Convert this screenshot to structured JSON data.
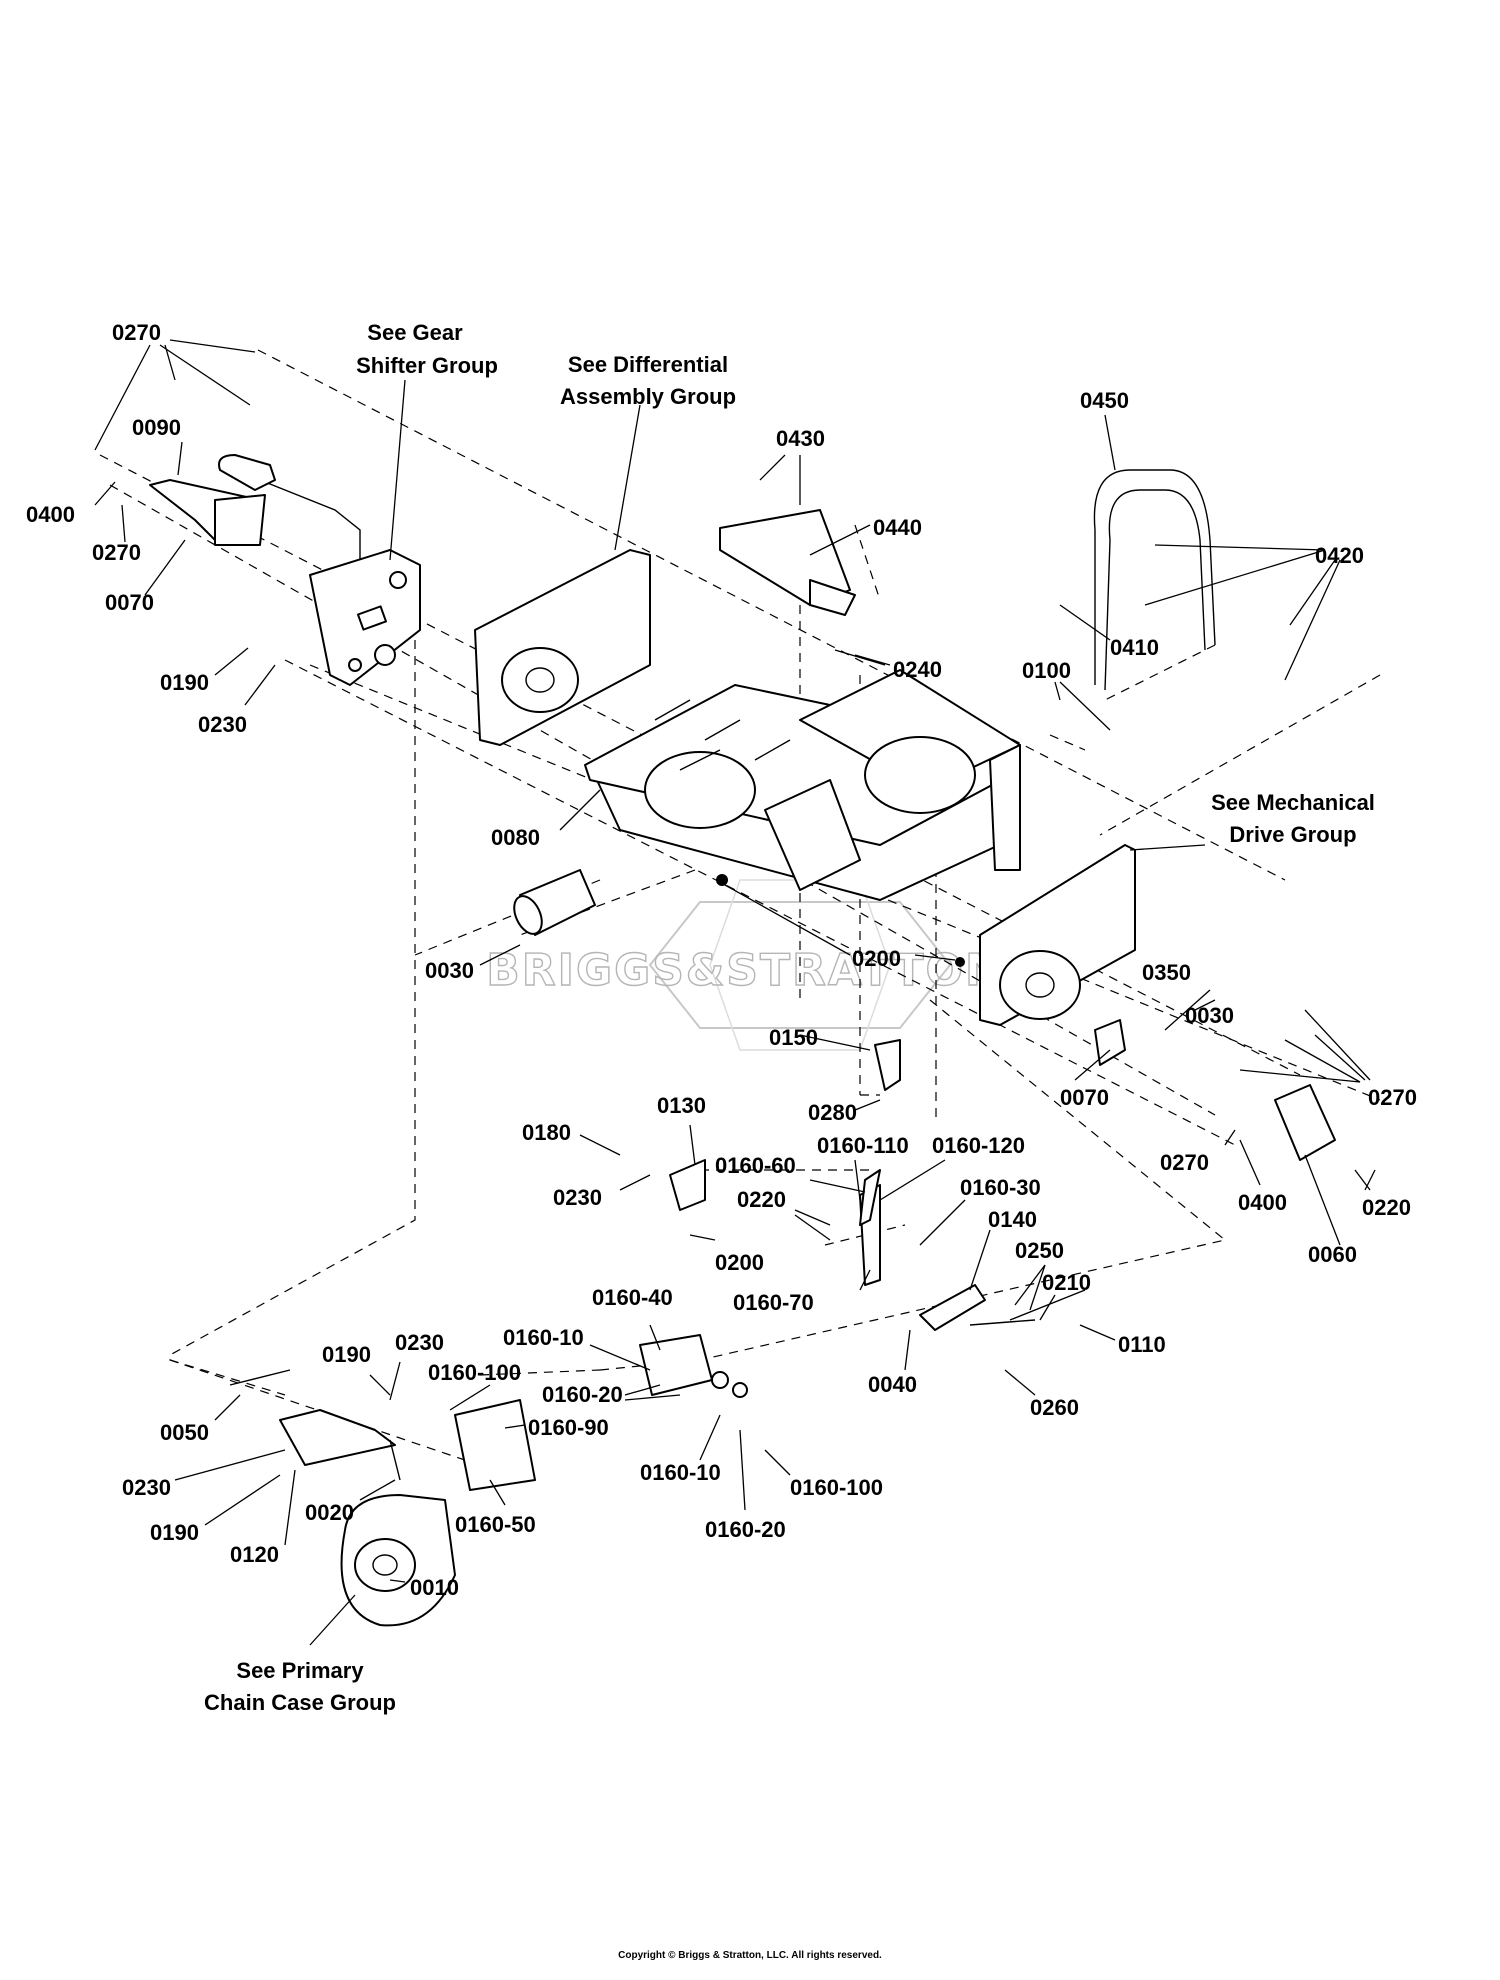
{
  "notes": {
    "gear_shifter": [
      "See Gear",
      "Shifter Group"
    ],
    "differential": [
      "See Differential",
      "Assembly Group"
    ],
    "mechanical_drive": [
      "See Mechanical",
      "Drive Group"
    ],
    "primary_chain_case": [
      "See Primary",
      "Chain Case Group"
    ]
  },
  "watermark": "BRIGGS&STRATTON",
  "copyright": "Copyright © Briggs & Stratton, LLC. All rights reserved.",
  "callouts": {
    "p0270_a": "0270",
    "p0400_a": "0400",
    "p0090": "0090",
    "p0270_b": "0270",
    "p0070_a": "0070",
    "p0190_a": "0190",
    "p0230_a": "0230",
    "p0430": "0430",
    "p0440": "0440",
    "p0450": "0450",
    "p0420": "0420",
    "p0410": "0410",
    "p0240": "0240",
    "p0100": "0100",
    "p0080": "0080",
    "p0030_a": "0030",
    "p0200_a": "0200",
    "p0350": "0350",
    "p0030_b": "0030",
    "p0150": "0150",
    "p0070_b": "0070",
    "p0270_c": "0270",
    "p0280": "0280",
    "p0130": "0130",
    "p0180": "0180",
    "p0230_b": "0230",
    "p0160_60": "0160-60",
    "p0160_110": "0160-110",
    "p0160_120": "0160-120",
    "p0220_a": "0220",
    "p0200_b": "0200",
    "p0160_70": "0160-70",
    "p0160_30": "0160-30",
    "p0140": "0140",
    "p0270_d": "0270",
    "p0400_b": "0400",
    "p0220_b": "0220",
    "p0060": "0060",
    "p0250": "0250",
    "p0210": "0210",
    "p0110": "0110",
    "p0040": "0040",
    "p0260": "0260",
    "p0160_40": "0160-40",
    "p0160_10_a": "0160-10",
    "p0160_100_a": "0160-100",
    "p0160_20_a": "0160-20",
    "p0160_90": "0160-90",
    "p0160_10_b": "0160-10",
    "p0160_100_b": "0160-100",
    "p0160_20_b": "0160-20",
    "p0160_50": "0160-50",
    "p0190_b": "0190",
    "p0230_c": "0230",
    "p0050": "0050",
    "p0230_d": "0230",
    "p0190_c": "0190",
    "p0120": "0120",
    "p0020": "0020",
    "p0010": "0010"
  }
}
